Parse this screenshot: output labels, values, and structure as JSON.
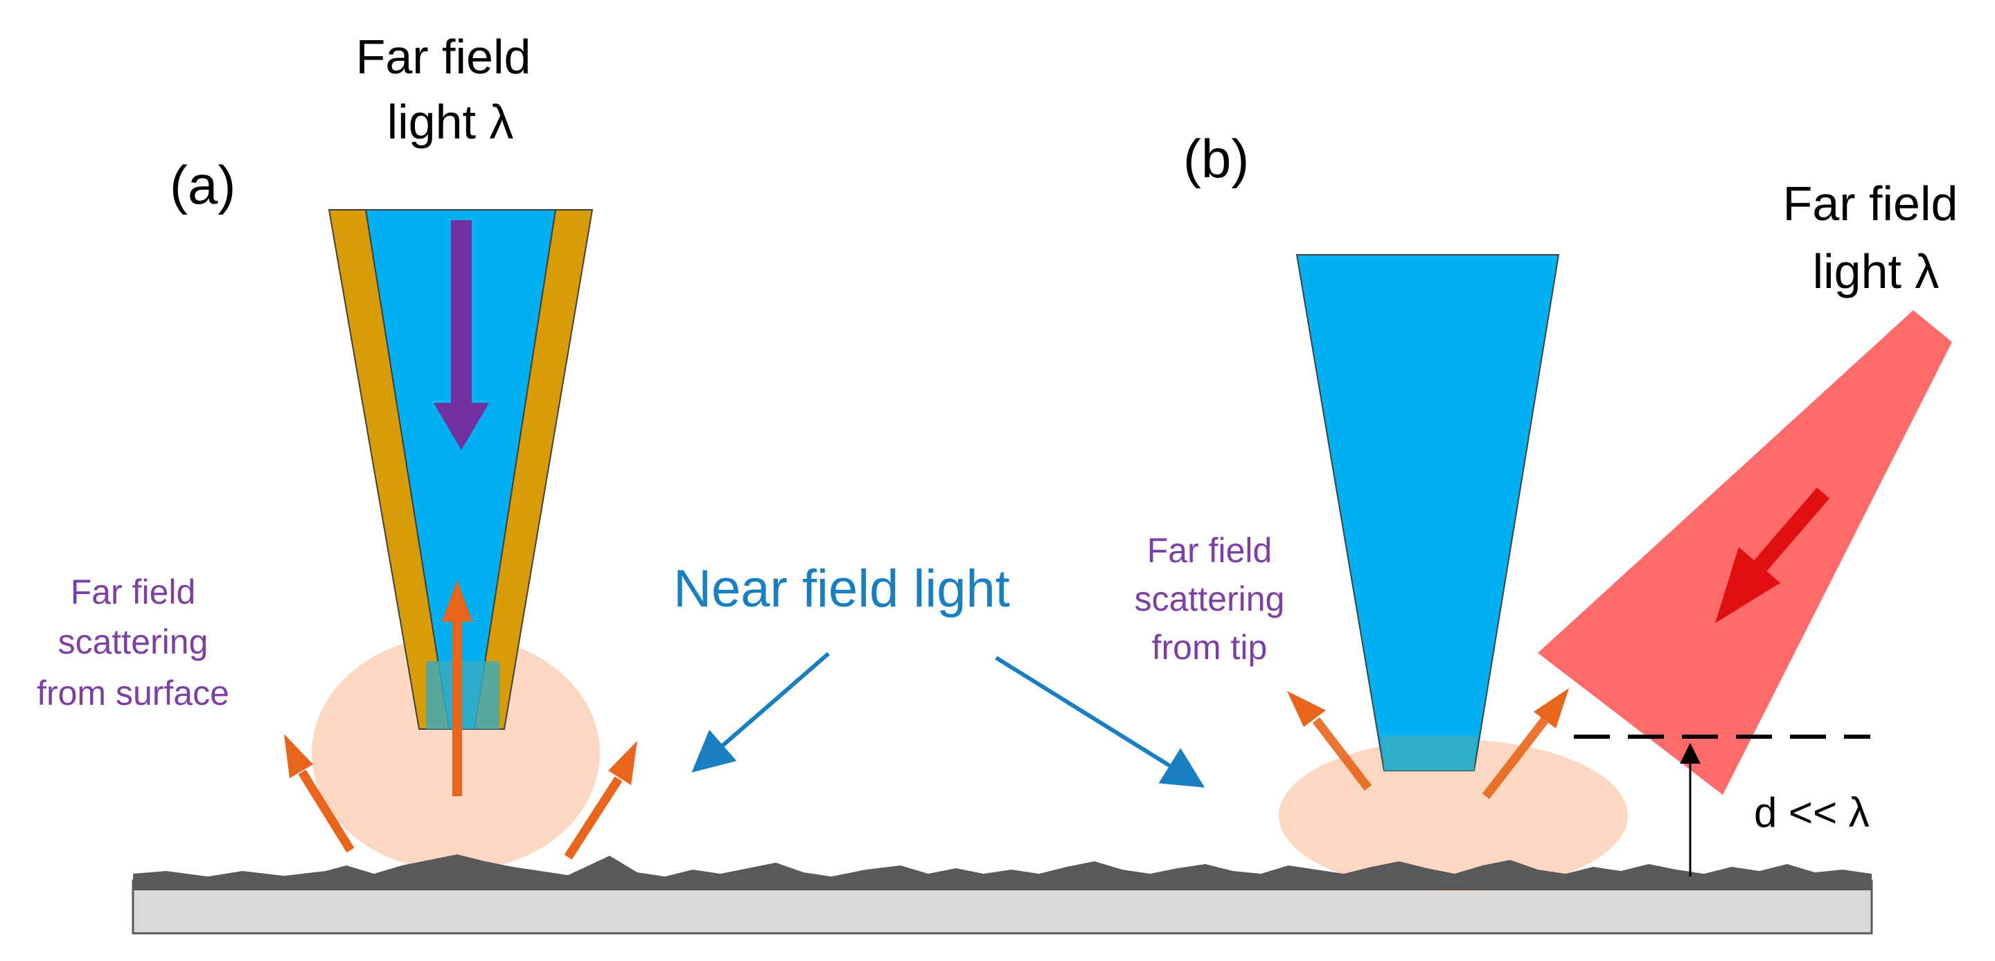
{
  "panel_a": {
    "label": "(a)",
    "incident": [
      "Far field",
      "light λ"
    ],
    "scattering": [
      "Far field",
      "scattering",
      "from surface"
    ]
  },
  "panel_b": {
    "label": "(b)",
    "incident": [
      "Far field",
      "light λ"
    ],
    "scattering": [
      "Far field",
      "scattering",
      "from tip"
    ],
    "distance": "d << λ"
  },
  "near_field": "Near field light",
  "colors": {
    "fiber": "#00b0f0",
    "coating": "#d79c06",
    "incident_a_arrow": "#7030a0",
    "scatter_arrow": "#e8651b",
    "near_field_glow": "#fcd4bb",
    "tip_contact": "#38adc0",
    "laser_beam": "#ff6a6a",
    "laser_arrow": "#e01010",
    "label_blue": "#1a7fc0",
    "label_purple": "#7b3fa6",
    "roughness": "#595959",
    "substrate": "#d9d9d9"
  }
}
